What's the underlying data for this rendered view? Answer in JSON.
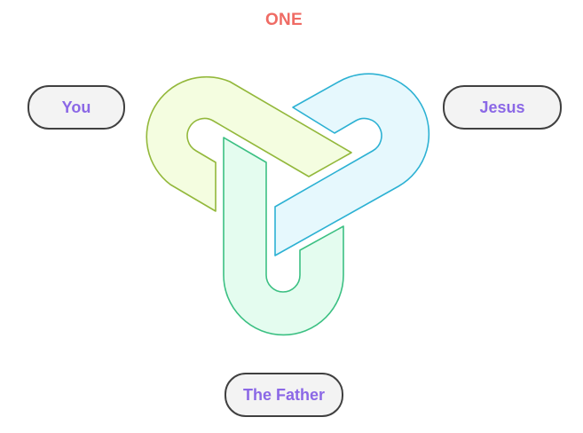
{
  "title": "ONE",
  "labels": {
    "you": "You",
    "jesus": "Jesus",
    "father": "The Father"
  },
  "colors": {
    "title": "#ef6b64",
    "label_text": "#8b68e6",
    "pill_border": "#404040",
    "pill_fill": "#f3f3f3",
    "link_you_stroke": "#93b83b",
    "link_you_fill": "#f4fde0",
    "link_jesus_stroke": "#2cb1d3",
    "link_jesus_fill": "#e6f8fd",
    "link_father_stroke": "#3cc083",
    "link_father_fill": "#e4fcef"
  }
}
